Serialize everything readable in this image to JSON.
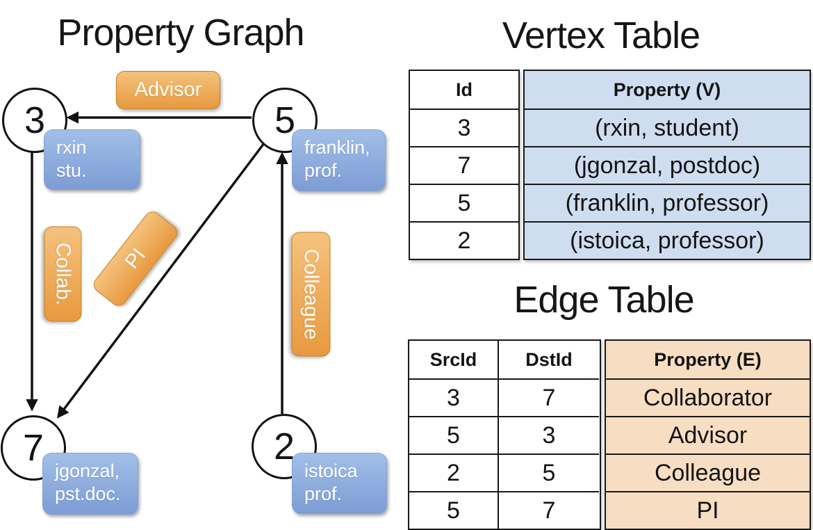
{
  "graph": {
    "title": "Property Graph",
    "nodes": [
      {
        "id": "3",
        "line1": "rxin",
        "line2": "stu."
      },
      {
        "id": "5",
        "line1": "franklin,",
        "line2": "prof."
      },
      {
        "id": "7",
        "line1": "jgonzal,",
        "line2": "pst.doc."
      },
      {
        "id": "2",
        "line1": "istoica",
        "line2": "prof."
      }
    ],
    "edge_labels": [
      {
        "text": "Advisor"
      },
      {
        "text": "Collab."
      },
      {
        "text": "PI"
      },
      {
        "text": "Colleague"
      }
    ]
  },
  "vertex_table": {
    "title": "Vertex Table",
    "columns": {
      "id": "Id",
      "property": "Property (V)"
    },
    "rows": [
      {
        "id": "3",
        "property": "(rxin, student)"
      },
      {
        "id": "7",
        "property": "(jgonzal, postdoc)"
      },
      {
        "id": "5",
        "property": "(franklin, professor)"
      },
      {
        "id": "2",
        "property": "(istoica, professor)"
      }
    ]
  },
  "edge_table": {
    "title": "Edge Table",
    "columns": {
      "src": "SrcId",
      "dst": "DstId",
      "property": "Property (E)"
    },
    "rows": [
      {
        "src": "3",
        "dst": "7",
        "property": "Collaborator"
      },
      {
        "src": "5",
        "dst": "3",
        "property": "Advisor"
      },
      {
        "src": "2",
        "dst": "5",
        "property": "Colleague"
      },
      {
        "src": "5",
        "dst": "7",
        "property": "PI"
      }
    ]
  },
  "colors": {
    "vertex_fill": "#cfddf0",
    "edge_fill": "#f7dec2",
    "node_box_top": "#a2bfe8",
    "node_box_bottom": "#7c9cd4",
    "label_top": "#f4c27d",
    "label_bottom": "#e8993e"
  }
}
